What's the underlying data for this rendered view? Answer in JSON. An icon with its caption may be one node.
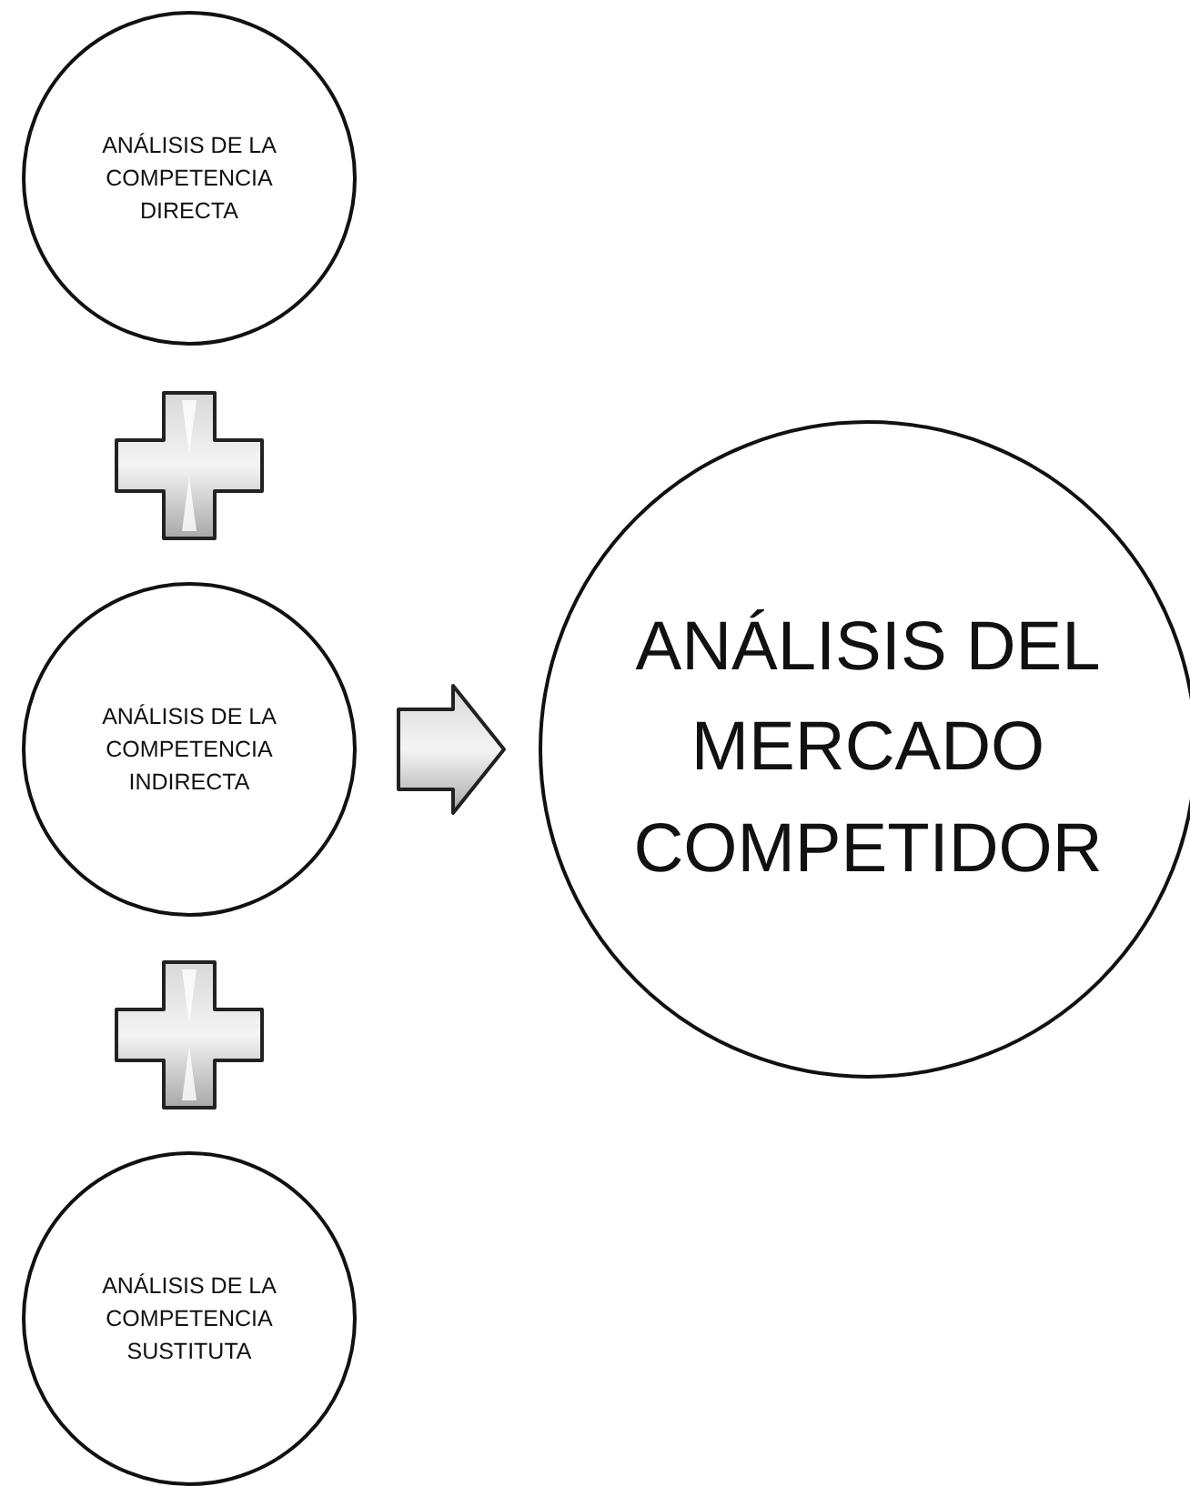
{
  "diagram": {
    "nodes": [
      {
        "text": [
          "ANÁLISIS DE LA COMPETENCIA DIRECTA"
        ]
      },
      {
        "text": [
          "ANÁLISIS DE LA COMPETENCIA INDIRECTA"
        ]
      },
      {
        "text": [
          "ANÁLISIS DE LA COMPETENCIA SUSTITUTA"
        ]
      },
      {
        "text": [
          "ANÁLISIS DEL MERCADO COMPETIDOR"
        ]
      }
    ],
    "edges": [
      {
        "from": 1,
        "to": 3,
        "arrow": "to"
      }
    ]
  }
}
